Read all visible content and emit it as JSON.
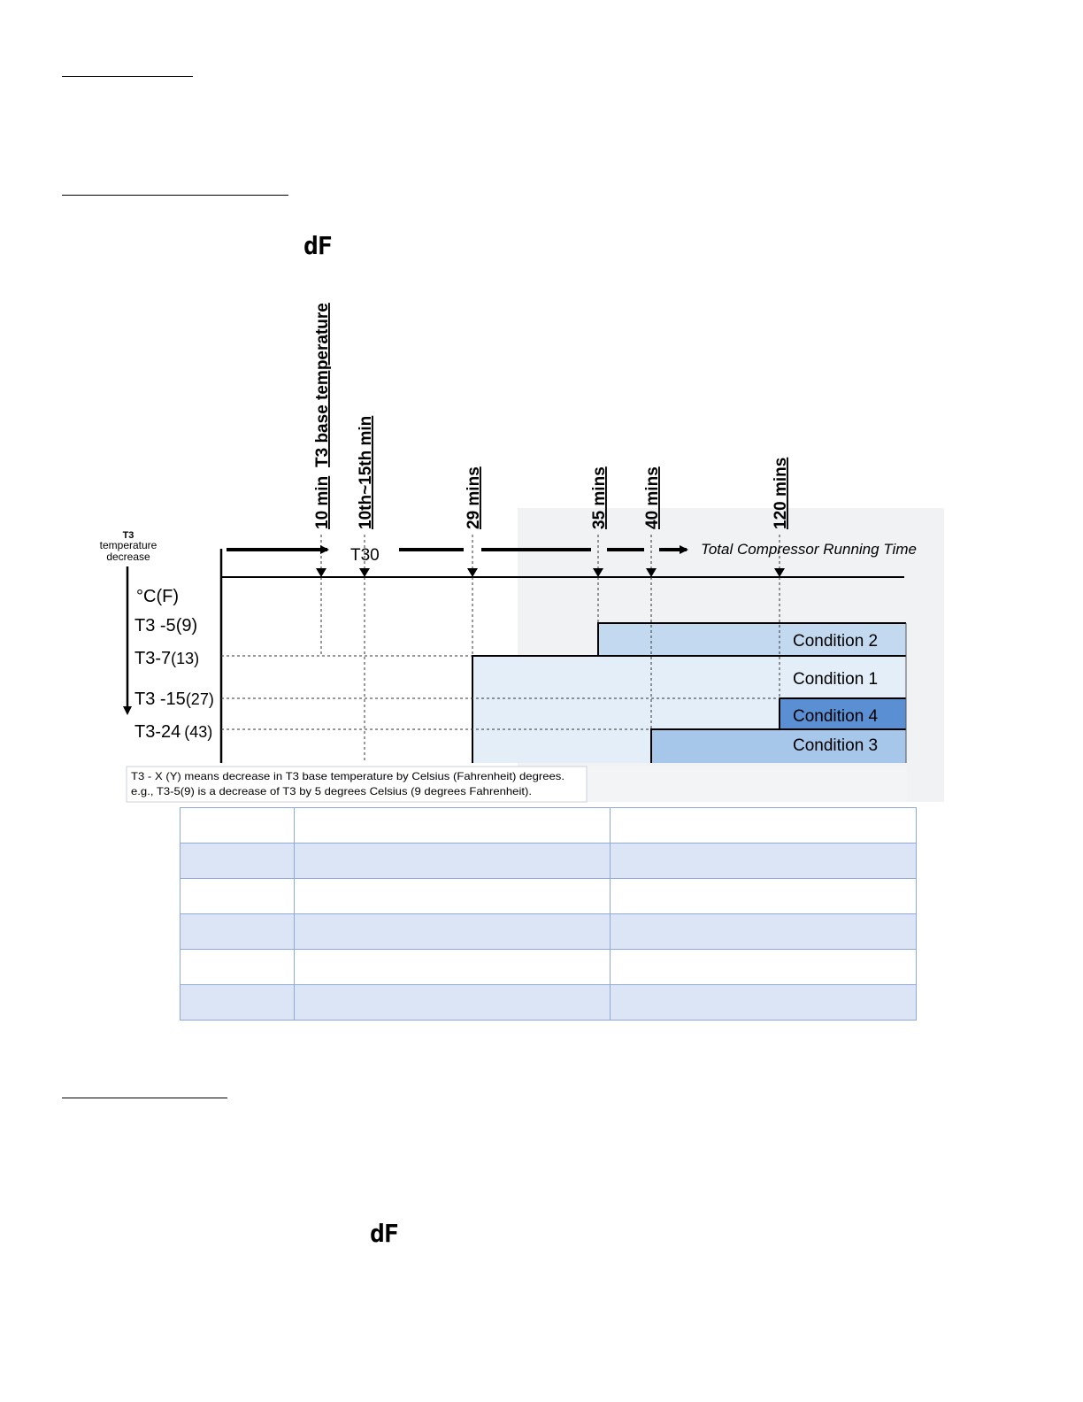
{
  "display_code": "dF",
  "diagram": {
    "axis_title_lines": [
      "T3",
      "temperature",
      "decrease"
    ],
    "unit_label": "°C(F)",
    "rows": [
      {
        "base": "T3 -5",
        "paren": "(9)"
      },
      {
        "base": "T3-7",
        "paren": "(13)"
      },
      {
        "base": "T3 -15",
        "paren": "(27)"
      },
      {
        "base": "T3-24",
        "paren": "(43)"
      }
    ],
    "time_marks": [
      "10 min",
      "T3 base temperature",
      "10th~15th min",
      "29 mins",
      "35 mins",
      "40 mins",
      "120 mins"
    ],
    "t30_label": "T30",
    "running_time_label": "Total Compressor Running Time",
    "conditions": [
      "Condition 2",
      "Condition 1",
      "Condition 4",
      "Condition 3"
    ],
    "note_lines": [
      "T3 - X (Y) means decrease in T3 base temperature by Celsius (Fahrenheit) degrees.",
      "e.g., T3-5(9) is a decrease of T3 by 5 degrees Celsius (9 degrees Fahrenheit)."
    ],
    "colors": {
      "condition_light": "#e3eef9",
      "condition_mid": "#c2d9f0",
      "condition_3": "#a6c6ea",
      "condition_4": "#5b8fd4",
      "panel_bg": "#f0f2f4"
    }
  },
  "table": {
    "rows": 6,
    "columns": 3
  }
}
